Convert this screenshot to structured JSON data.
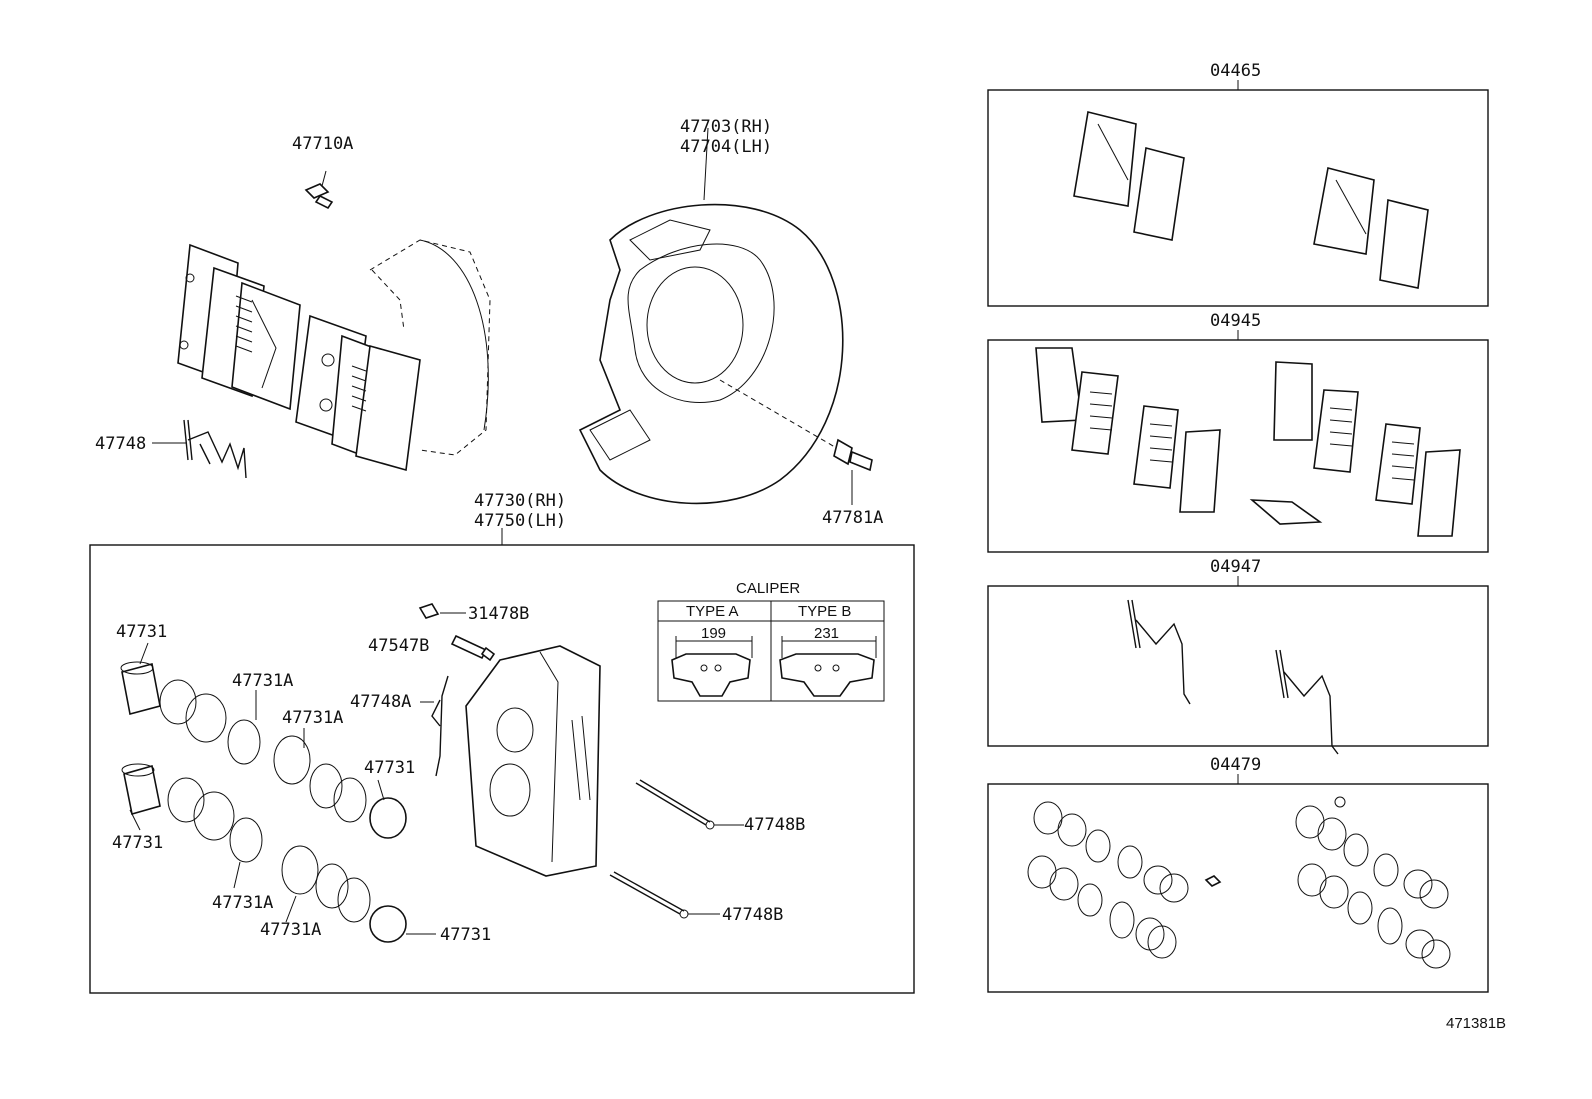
{
  "labels": {
    "p47710a": "47710A",
    "p47703": "47703(RH)",
    "p47704": "47704(LH)",
    "p47748": "47748",
    "p47781a": "47781A",
    "p47730": "47730(RH)",
    "p47750": "47750(LH)",
    "p31478b": "31478B",
    "p47547b": "47547B",
    "p47748a": "47748A",
    "p47731_1": "47731",
    "p47731_2": "47731",
    "p47731_3": "47731",
    "p47731_4": "47731",
    "p47731a_1": "47731A",
    "p47731a_2": "47731A",
    "p47731a_3": "47731A",
    "p47731a_4": "47731A",
    "p47748b_1": "47748B",
    "p47748b_2": "47748B",
    "k04465": "04465",
    "k04945": "04945",
    "k04947": "04947",
    "k04479": "04479",
    "figure_id": "471381B"
  },
  "caliper_table": {
    "title": "CALIPER",
    "type_a": "TYPE A",
    "type_b": "TYPE B",
    "dim_a": "199",
    "dim_b": "231"
  }
}
